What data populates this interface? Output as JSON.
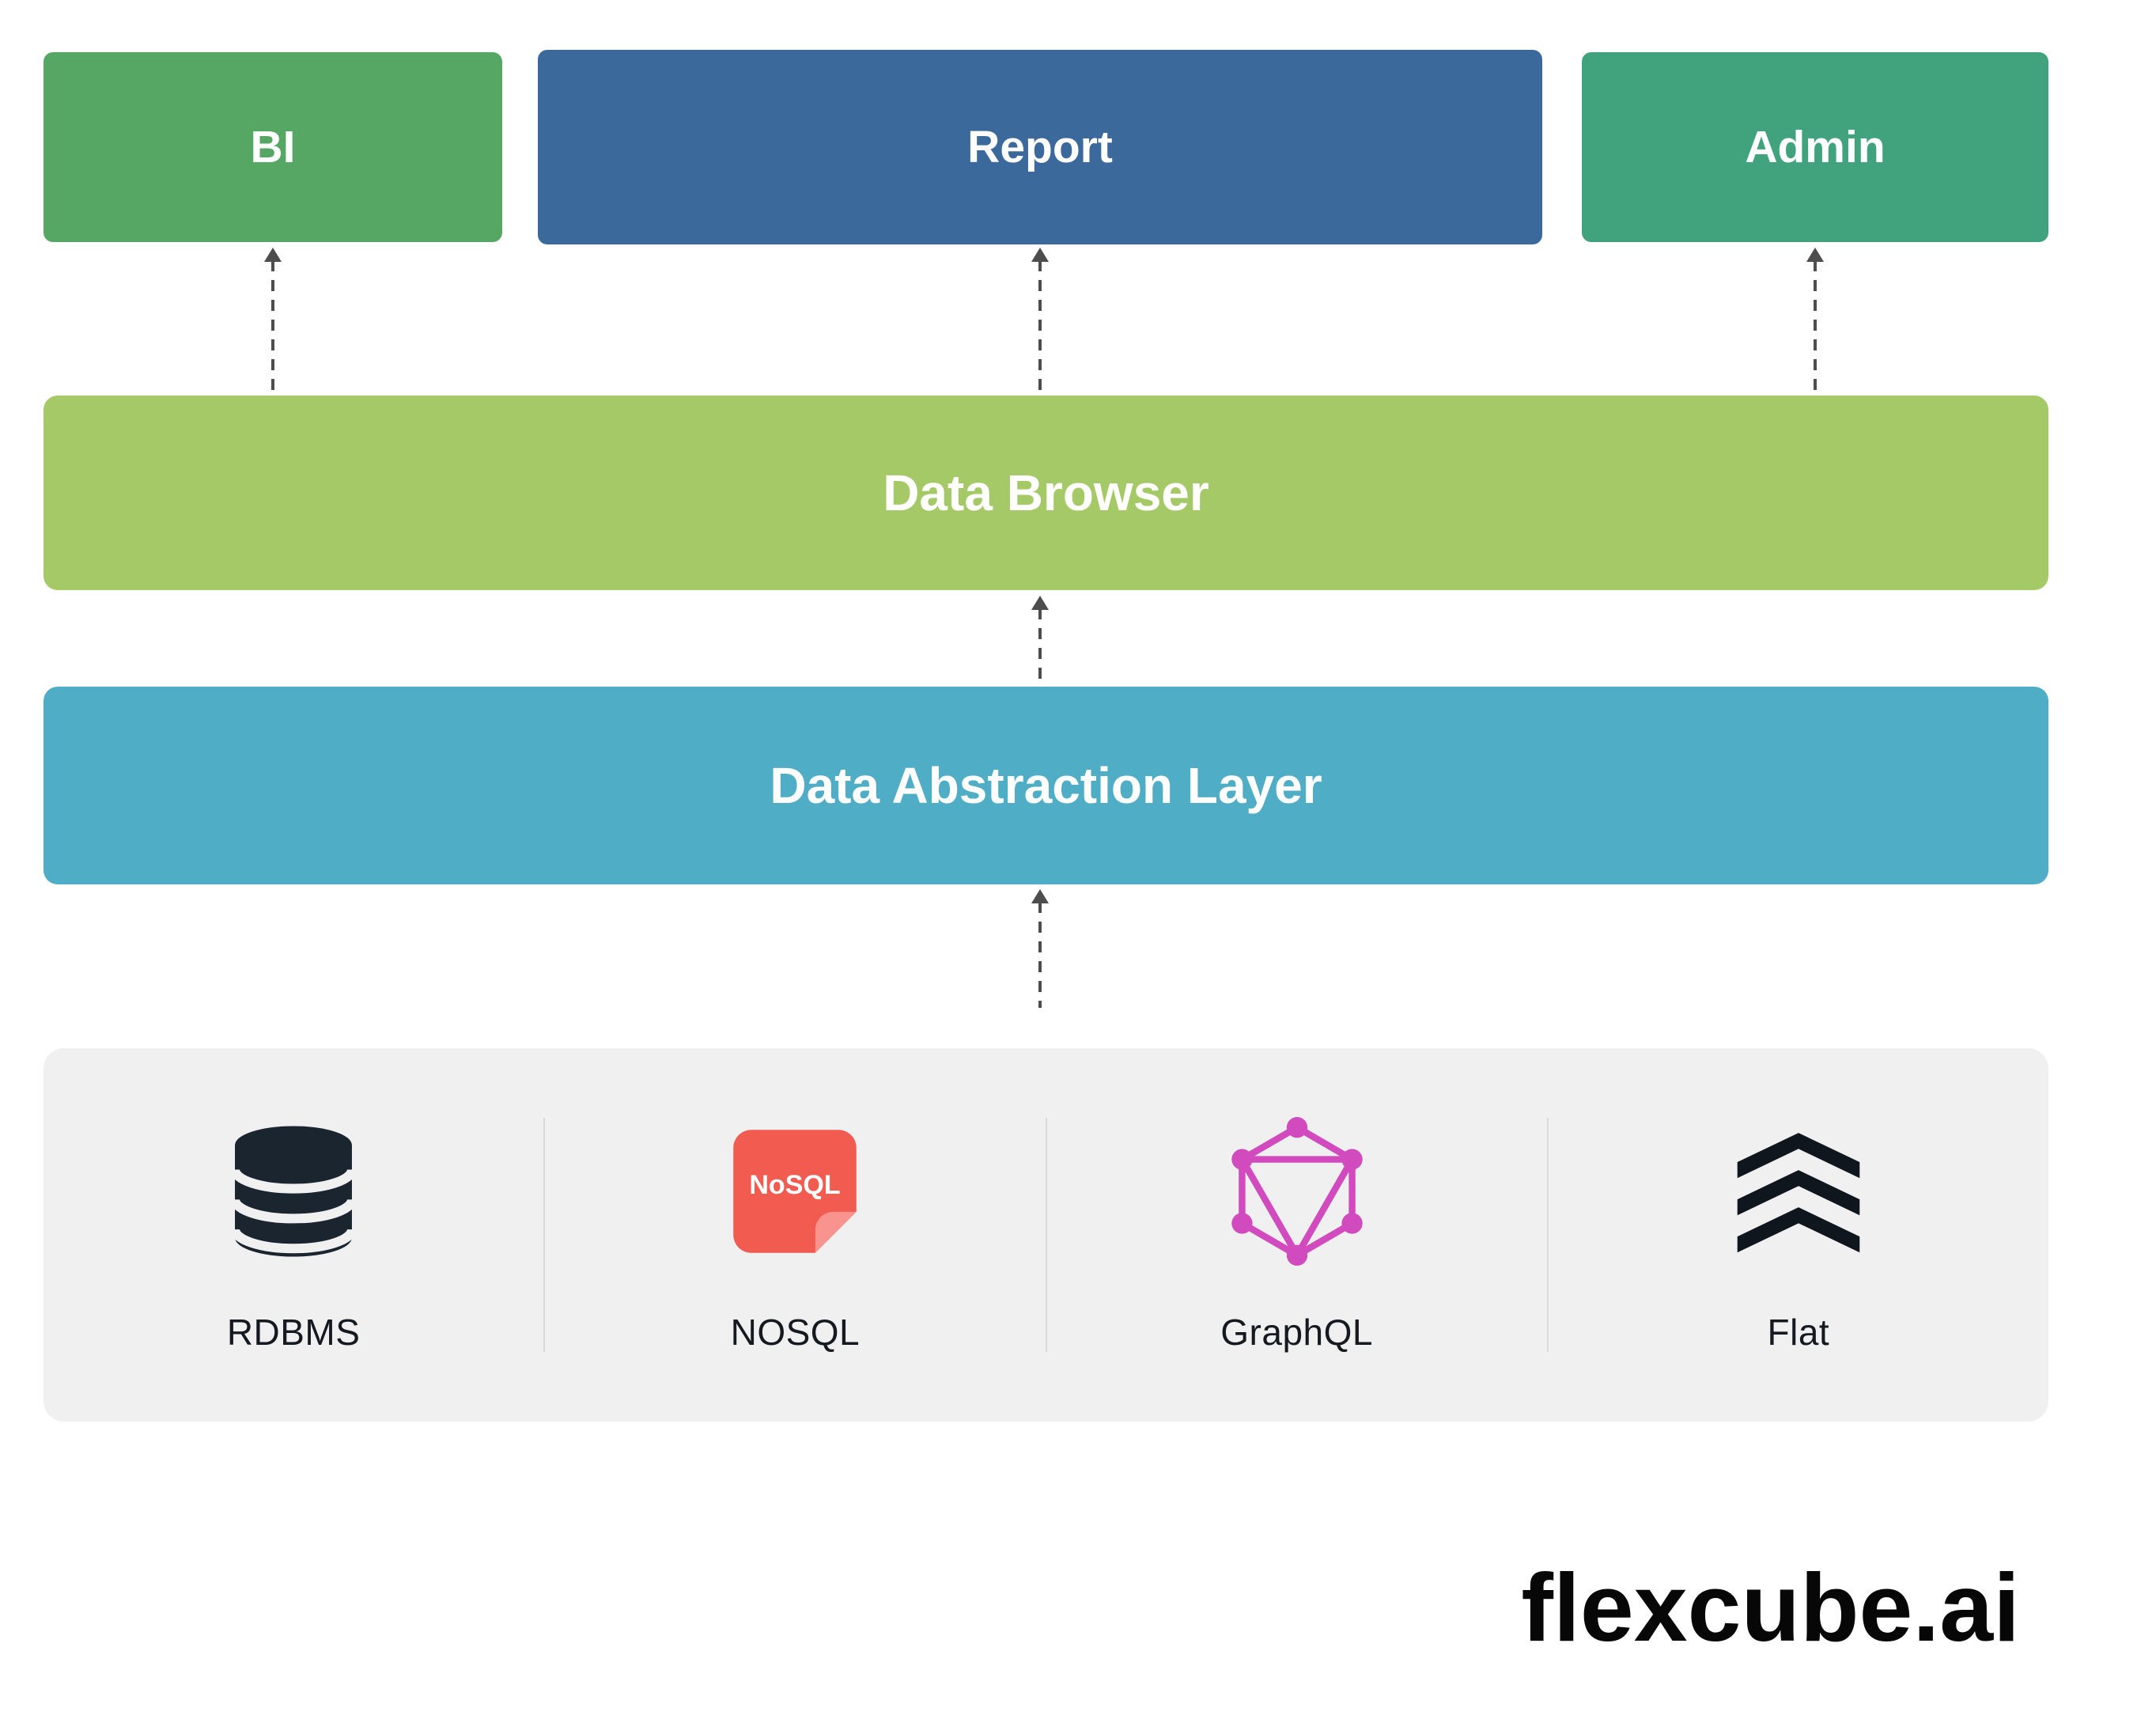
{
  "diagram": {
    "top_boxes": [
      {
        "label": "BI",
        "color": "#55A763"
      },
      {
        "label": "Report",
        "color": "#3C699C"
      },
      {
        "label": "Admin",
        "color": "#41A37E"
      }
    ],
    "layers": [
      {
        "label": "Data Browser",
        "color": "#A4C966"
      },
      {
        "label": "Data Abstraction Layer",
        "color": "#4FAEC5"
      }
    ],
    "arrow_color": "#4D4D4D",
    "sources": {
      "panel_color": "#F0F0F1",
      "items": [
        {
          "label": "RDBMS",
          "icon": "database-icon",
          "icon_color": "#1B2530"
        },
        {
          "label": "NOSQL",
          "icon": "nosql-sticker-icon",
          "icon_color": "#F15B50",
          "fold_color": "#F9938D",
          "badge_text": "NoSQL"
        },
        {
          "label": "GraphQL",
          "icon": "graphql-icon",
          "icon_color": "#D14BBE"
        },
        {
          "label": "Flat",
          "icon": "flat-layers-icon",
          "icon_color": "#10161D"
        }
      ]
    },
    "brand": "flexcube.ai"
  }
}
